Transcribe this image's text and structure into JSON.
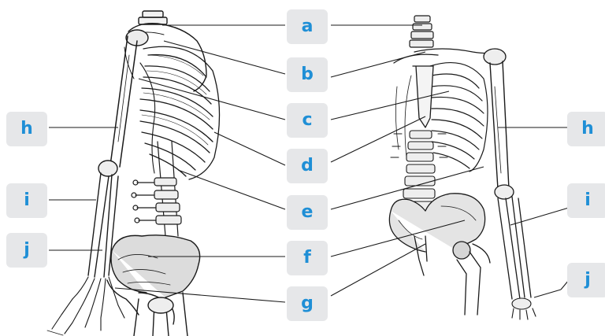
{
  "diagram": {
    "label_color": "#1f8fd6",
    "box_color": "#e6e7e9",
    "labels": {
      "a": "a",
      "b": "b",
      "c": "c",
      "d": "d",
      "e": "e",
      "f": "f",
      "g": "g",
      "h": "h",
      "i": "i",
      "j": "j"
    }
  }
}
